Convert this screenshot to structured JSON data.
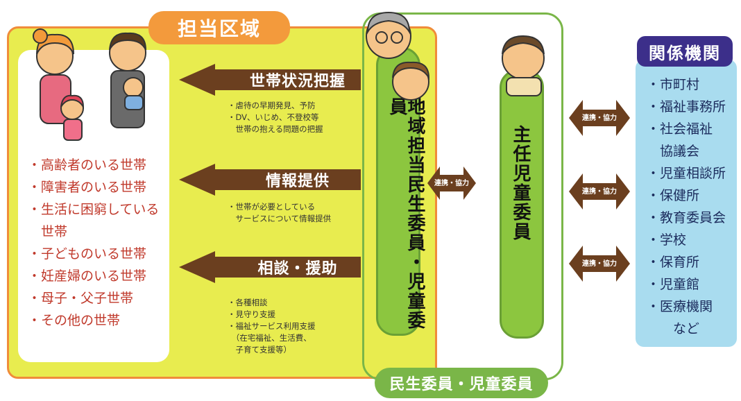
{
  "area_title": "担当区域",
  "households": [
    "・高齢者のいる世帯",
    "・障害者のいる世帯",
    "・生活に困窮している",
    "　世帯",
    "・子どものいる世帯",
    "・妊産婦のいる世帯",
    "・母子・父子世帯",
    "・その他の世帯"
  ],
  "activities": [
    {
      "label": "世帯状況把握",
      "notes": [
        "・虐待の早期発見、予防",
        "・DV、いじめ、不登校等",
        "　世帯の抱える問題の把握"
      ]
    },
    {
      "label": "情報提供",
      "notes": [
        "・世帯が必要としている",
        "　サービスについて情報提供"
      ]
    },
    {
      "label": "相談・援助",
      "notes": [
        "・各種相談",
        "・見守り支援",
        "・福祉サービス利用支援",
        "　（在宅福祉、生活費、",
        "　子育て支援等）"
      ]
    }
  ],
  "committee_title": "民生委員・児童委員",
  "regional_member": "地域担当民生委員・児童委員",
  "chief_member": "主任児童委員",
  "link_label": "連携・協力",
  "orgs_title": "関係機関",
  "orgs": [
    "・市町村",
    "・福祉事務所",
    "・社会福祉",
    "　協議会",
    "・児童相談所",
    "・保健所",
    "・教育委員会",
    "・学校",
    "・保育所",
    "・児童館",
    "・医療機関",
    "　　など"
  ],
  "colors": {
    "area": "#e8ec4f",
    "area_border": "#f08c3a",
    "arrow": "#6b3f1f",
    "committee": "#8cc63f",
    "orgs_panel": "#a9dcef",
    "orgs_tab": "#3c2f8a"
  }
}
